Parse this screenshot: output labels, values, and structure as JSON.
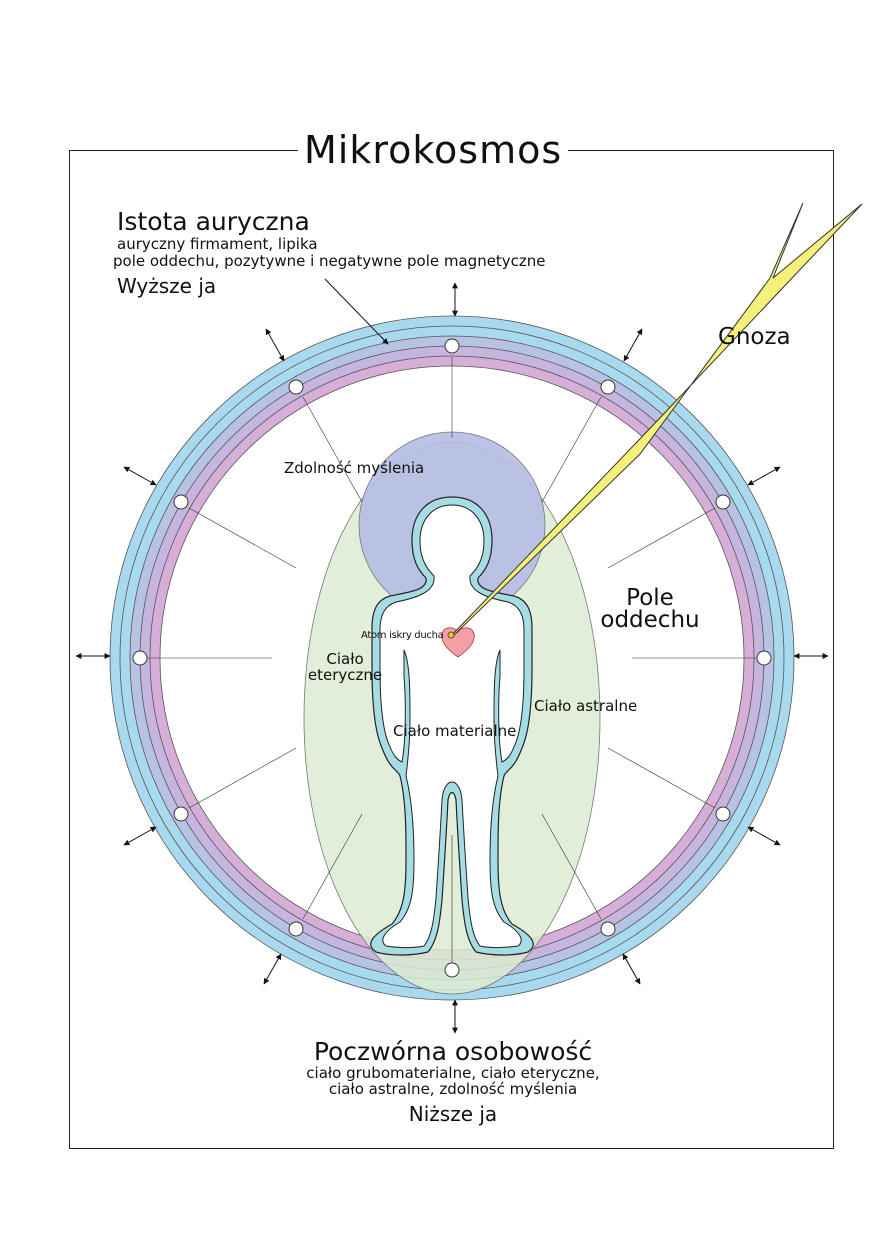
{
  "title": "Mikrokosmos",
  "top_block": {
    "heading": "Istota auryczna",
    "line1": "auryczny firmament, lipika",
    "line2": "pole oddechu, pozytywne i negatywne pole magnetyczne",
    "subheading": "Wyższe ja"
  },
  "labels": {
    "gnoza": "Gnoza",
    "pole_line1": "Pole",
    "pole_line2": "oddechu",
    "zdolnosc": "Zdolność myślenia",
    "atom": "Atom iskry ducha",
    "eteryczne_line1": "Ciało",
    "eteryczne_line2": "eteryczne",
    "astralne": "Ciało astralne",
    "materialne": "Ciało materialne"
  },
  "bottom_block": {
    "heading": "Poczwórna osobowość",
    "line1": "ciało grubomaterialne, ciało eteryczne,",
    "line2": "ciało astralne, zdolność myślenia",
    "subheading": "Niższe ja"
  },
  "colors": {
    "aura_blue": "#a9d9ee",
    "aura_purple": "#d6aed8",
    "head_sphere": "#b5bde3",
    "astral_oval": "#dcebd2",
    "body_outline": "#a6dde4",
    "heart": "#f49ea6",
    "lightning": "#f5f07a"
  }
}
